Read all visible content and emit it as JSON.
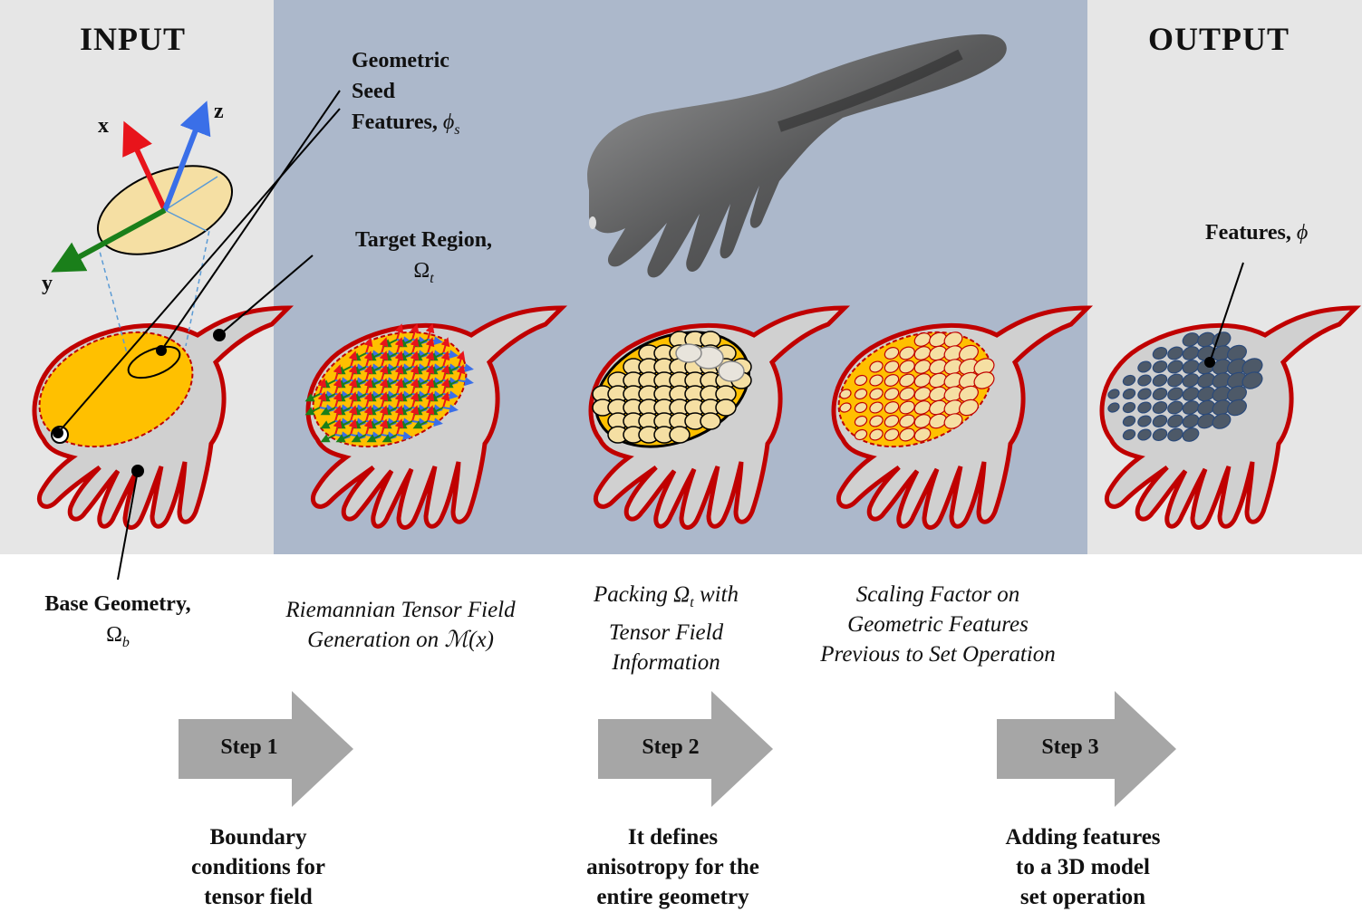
{
  "headers": {
    "input": "INPUT",
    "output": "OUTPUT"
  },
  "labels": {
    "seed_features": [
      "Geometric",
      "Seed",
      "Features, "
    ],
    "seed_symbol": "ϕ",
    "seed_sub": "s",
    "target_region": "Target Region,",
    "target_symbol": "Ω",
    "target_sub": "t",
    "features": "Features, ",
    "features_symbol": "ϕ",
    "base_geometry": "Base Geometry,",
    "base_symbol": "Ω",
    "base_sub": "b",
    "axis_x": "x",
    "axis_y": "y",
    "axis_z": "z"
  },
  "captions": {
    "riemannian": [
      "Riemannian Tensor Field",
      "Generation on ℳ(x)"
    ],
    "packing": [
      "Packing Ω",
      "t",
      " with",
      "Tensor Field",
      "Information"
    ],
    "scaling": [
      "Scaling Factor on",
      "Geometric Features",
      "Previous to Set Operation"
    ]
  },
  "steps": [
    {
      "label": "Step 1",
      "description": [
        "Boundary",
        "conditions for",
        "tensor field"
      ]
    },
    {
      "label": "Step 2",
      "description": [
        "It defines",
        "anisotropy for the",
        "entire geometry"
      ]
    },
    {
      "label": "Step 3",
      "description": [
        "Adding features",
        "to a 3D model",
        "set operation"
      ]
    }
  ],
  "colors": {
    "panel_input": "#e6e6e6",
    "panel_process": "#acb8cb",
    "outline_red": "#c00000",
    "base_gray": "#d0d0d0",
    "region_yellow": "#ffc000",
    "seed_fill": "#f5dfa3",
    "feature_dark": "#4d5968",
    "arrow_gray": "#a6a6a6",
    "axis_red": "#e8141b",
    "axis_green": "#1a7f1a",
    "axis_blue": "#3a6fe8"
  }
}
